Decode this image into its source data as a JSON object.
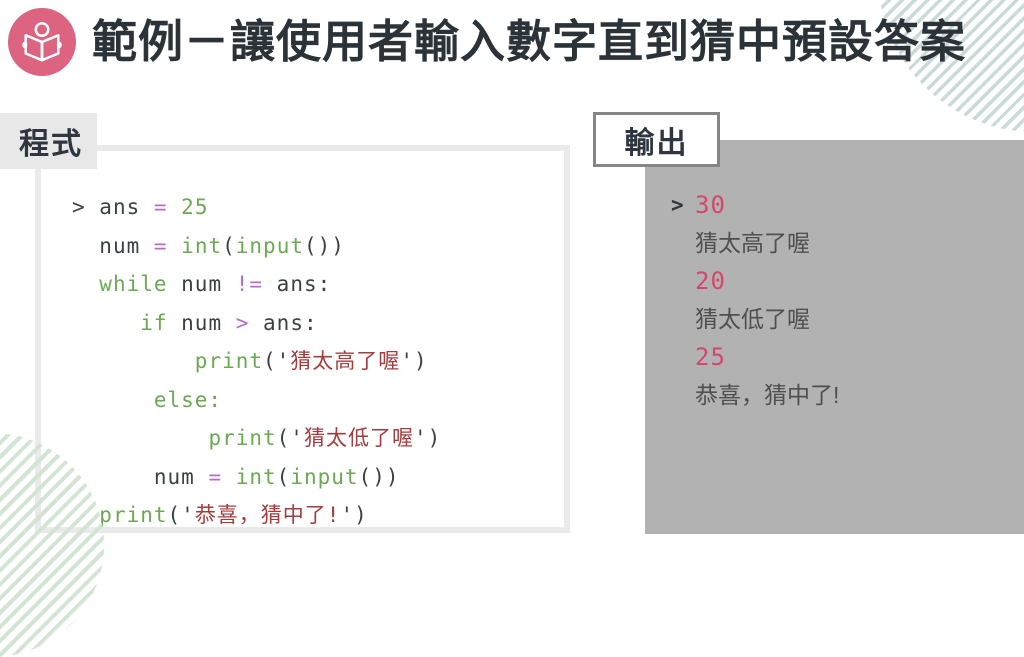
{
  "header": {
    "title": "範例－讓使用者輸入數字直到猜中預設答案",
    "icon": "person-reading-book-icon"
  },
  "code_panel": {
    "label": "程式",
    "lines": [
      {
        "indent": 0,
        "segments": [
          {
            "t": "> ",
            "c": "plain"
          },
          {
            "t": "ans ",
            "c": "plain"
          },
          {
            "t": "= ",
            "c": "purple"
          },
          {
            "t": "25",
            "c": "green"
          }
        ]
      },
      {
        "indent": 2,
        "segments": [
          {
            "t": "num ",
            "c": "plain"
          },
          {
            "t": "= ",
            "c": "purple"
          },
          {
            "t": "int",
            "c": "green"
          },
          {
            "t": "(",
            "c": "plain"
          },
          {
            "t": "input",
            "c": "green"
          },
          {
            "t": "())",
            "c": "plain"
          }
        ]
      },
      {
        "indent": 2,
        "segments": [
          {
            "t": "while ",
            "c": "green"
          },
          {
            "t": "num ",
            "c": "plain"
          },
          {
            "t": "!= ",
            "c": "purple"
          },
          {
            "t": "ans:",
            "c": "plain"
          }
        ]
      },
      {
        "indent": 5,
        "segments": [
          {
            "t": "if ",
            "c": "green"
          },
          {
            "t": "num ",
            "c": "plain"
          },
          {
            "t": "> ",
            "c": "purple"
          },
          {
            "t": "ans:",
            "c": "plain"
          }
        ]
      },
      {
        "indent": 9,
        "segments": [
          {
            "t": "print",
            "c": "green"
          },
          {
            "t": "('",
            "c": "plain"
          },
          {
            "t": "猜太高了喔",
            "c": "red"
          },
          {
            "t": "')",
            "c": "plain"
          }
        ]
      },
      {
        "indent": 6,
        "segments": [
          {
            "t": "else:",
            "c": "green"
          }
        ]
      },
      {
        "indent": 10,
        "segments": [
          {
            "t": "print",
            "c": "green"
          },
          {
            "t": "('",
            "c": "plain"
          },
          {
            "t": "猜太低了喔",
            "c": "red"
          },
          {
            "t": "')",
            "c": "plain"
          }
        ]
      },
      {
        "indent": 6,
        "segments": [
          {
            "t": "num ",
            "c": "plain"
          },
          {
            "t": "= ",
            "c": "purple"
          },
          {
            "t": "int",
            "c": "green"
          },
          {
            "t": "(",
            "c": "plain"
          },
          {
            "t": "input",
            "c": "green"
          },
          {
            "t": "())",
            "c": "plain"
          }
        ]
      },
      {
        "indent": 2,
        "segments": [
          {
            "t": "print",
            "c": "green"
          },
          {
            "t": "('",
            "c": "plain"
          },
          {
            "t": "恭喜，猜中了!",
            "c": "red"
          },
          {
            "t": "')",
            "c": "plain"
          }
        ]
      }
    ]
  },
  "output_panel": {
    "label": "輸出",
    "lines": [
      {
        "prompt": ">",
        "text": "30",
        "type": "number"
      },
      {
        "text": "猜太高了喔",
        "type": "text"
      },
      {
        "text": "20",
        "type": "number"
      },
      {
        "text": "猜太低了喔",
        "type": "text"
      },
      {
        "text": "25",
        "type": "number"
      },
      {
        "text": "恭喜，猜中了!",
        "type": "text"
      }
    ]
  },
  "colors": {
    "accent_pink": "#dd6480",
    "title": "#2b3238",
    "label_bg": "#e8e8e8",
    "code_border": "#eaeaea",
    "output_bg": "#b2b2b2",
    "output_label_border": "#868686",
    "stripe_teal": "#c9dad8",
    "stripe_green": "#d2e5d5",
    "code": {
      "plain": "#3b4045",
      "green": "#6da854",
      "purple": "#b66bc5",
      "red": "#a43b3c"
    },
    "output": {
      "number": "#d4476b",
      "text": "#4f4f4f",
      "prompt": "#33383c"
    }
  }
}
